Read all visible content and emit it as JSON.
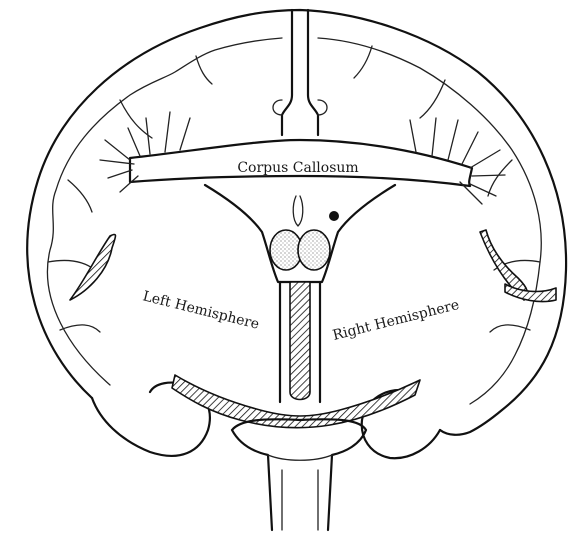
{
  "labels": {
    "corpus_callosum": "Corpus Callosum",
    "left_hemisphere": "Left Hemisphere",
    "right_hemisphere": "Right Hemisphere"
  },
  "colors": {
    "ink": "#111111",
    "background": "#ffffff"
  }
}
